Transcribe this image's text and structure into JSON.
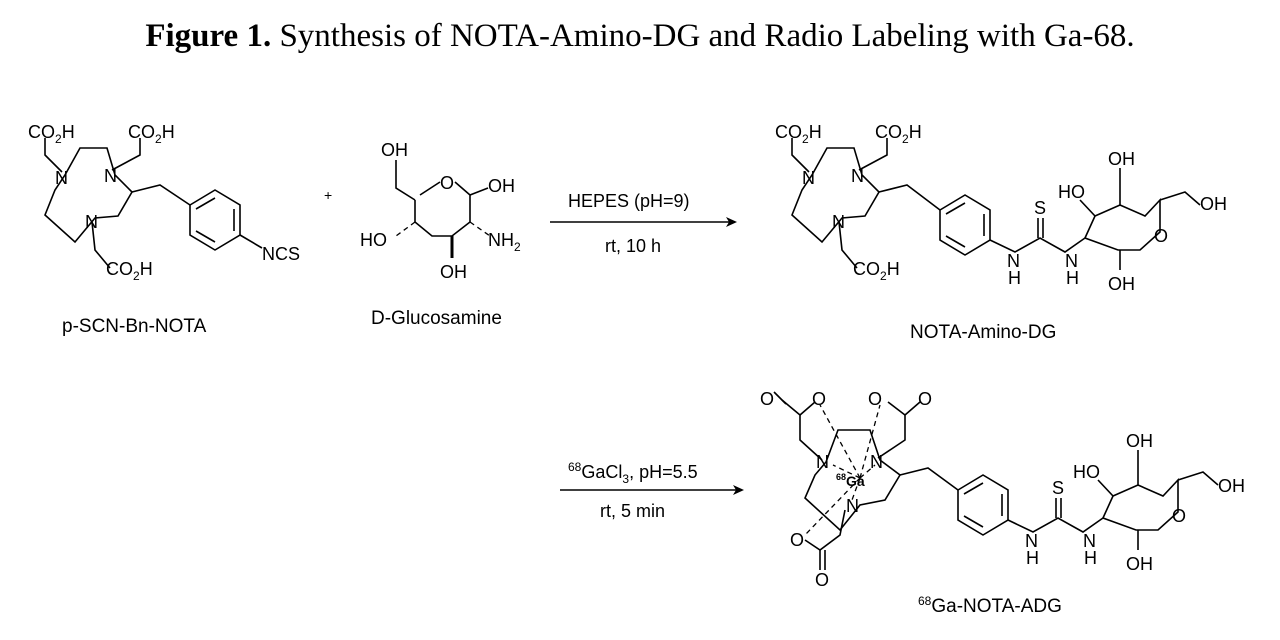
{
  "caption": {
    "bold": "Figure 1.",
    "text": " Synthesis of NOTA-Amino-DG and Radio Labeling with Ga-68."
  },
  "compounds": {
    "c1": "p-SCN-Bn-NOTA",
    "c2": "D-Glucosamine",
    "c3": "NOTA-Amino-DG",
    "c4_sup": "68",
    "c4": "Ga-NOTA-ADG"
  },
  "plus": "+",
  "reaction1": {
    "above": "HEPES (pH=9)",
    "below": "rt, 10 h"
  },
  "reaction2": {
    "above_sup": "68",
    "above_ga": "GaCl",
    "above_sub": "3",
    "above_rest": ", pH=5.5",
    "below": "rt, 5 min"
  },
  "atoms": {
    "co2h_c": "CO",
    "co2h_sub": "2",
    "co2h_h": "H",
    "n": "N",
    "ncs": "NCS",
    "oh": "OH",
    "ho": "HO",
    "o": "O",
    "nh2_n": "NH",
    "nh2_sub": "2",
    "s": "S",
    "h": "H",
    "ga_sup": "68",
    "ga": "Ga"
  }
}
